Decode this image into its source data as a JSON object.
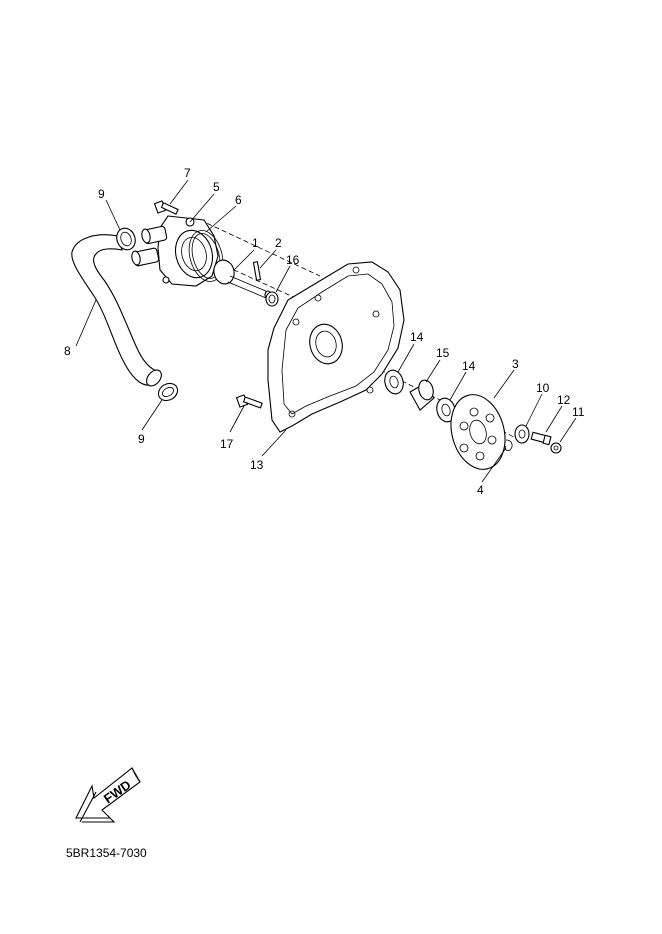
{
  "diagram": {
    "callouts": [
      {
        "id": "c1",
        "label": "1"
      },
      {
        "id": "c2",
        "label": "2"
      },
      {
        "id": "c3",
        "label": "3"
      },
      {
        "id": "c4",
        "label": "4"
      },
      {
        "id": "c5",
        "label": "5"
      },
      {
        "id": "c6",
        "label": "6"
      },
      {
        "id": "c7",
        "label": "7"
      },
      {
        "id": "c8",
        "label": "8"
      },
      {
        "id": "c9a",
        "label": "9"
      },
      {
        "id": "c9b",
        "label": "9"
      },
      {
        "id": "c10",
        "label": "10"
      },
      {
        "id": "c11",
        "label": "11"
      },
      {
        "id": "c12",
        "label": "12"
      },
      {
        "id": "c13",
        "label": "13"
      },
      {
        "id": "c14a",
        "label": "14"
      },
      {
        "id": "c14b",
        "label": "14"
      },
      {
        "id": "c15",
        "label": "15"
      },
      {
        "id": "c16",
        "label": "16"
      },
      {
        "id": "c17",
        "label": "17"
      }
    ],
    "direction_label": "FWD",
    "reference_code": "5BR1354-7030"
  }
}
